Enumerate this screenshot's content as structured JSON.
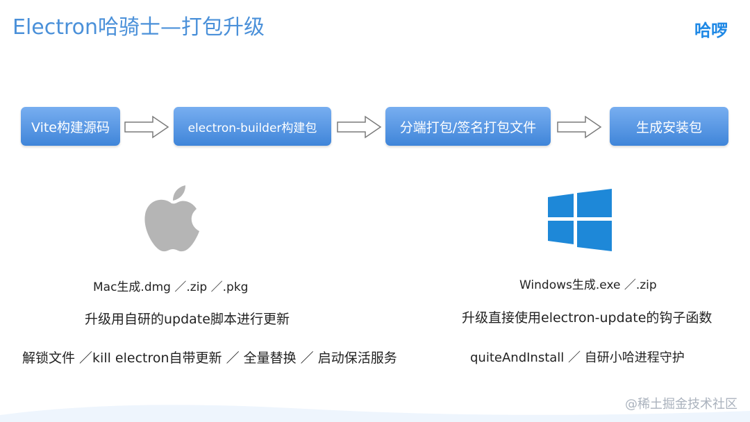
{
  "title": "Electron哈骑士—打包升级",
  "brand": "哈啰",
  "steps": [
    "Vite构建源码",
    "electron-builder构建包",
    "分端打包/签名打包文件",
    "生成安装包"
  ],
  "mac": {
    "line1": "Mac生成.dmg ／.zip ／.pkg",
    "line2": "升级用自研的update脚本进行更新",
    "line3": "解锁文件 ／kill electron自带更新 ／ 全量替换 ／ 启动保活服务"
  },
  "windows": {
    "line1": "Windows生成.exe ／.zip",
    "line2": "升级直接使用electron-update的钩子函数",
    "line3": "quiteAndInstall ／ 自研小哈进程守护"
  },
  "watermark": "@稀土掘金技术社区",
  "colors": {
    "accent": "#4a90d9",
    "brand": "#1e88e5",
    "windows": "#1e88d8",
    "apple": "#b5b5b5"
  },
  "icons": [
    "apple-logo-icon",
    "windows-logo-icon",
    "arrow-right-icon"
  ]
}
